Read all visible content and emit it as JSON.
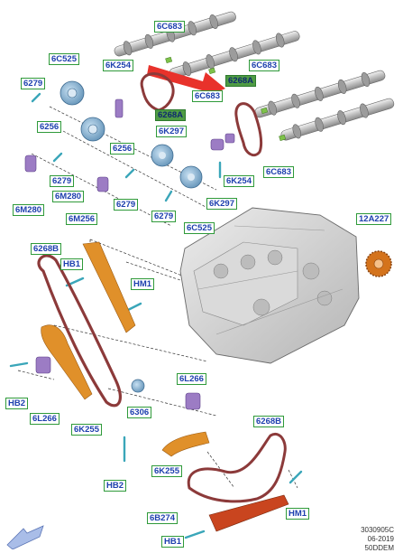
{
  "labels": {
    "l_6c683_top": "6C683",
    "l_6c525_top": "6C525",
    "l_6k254_top": "6K254",
    "l_6279_a": "6279",
    "l_6268a_top": "6268A",
    "l_6c683_mid": "6C683",
    "l_6c683_right": "6C683",
    "l_6268a_mid": "6268A",
    "l_6256_a": "6256",
    "l_6k297_a": "6K297",
    "l_6256_b": "6256",
    "l_6279_b": "6279",
    "l_6k254_mid": "6K254",
    "l_6c683_lower": "6C683",
    "l_6m280_a": "6M280",
    "l_6m280_b": "6M280",
    "l_6279_c": "6279",
    "l_6k297_b": "6K297",
    "l_6279_d": "6279",
    "l_6c525_lower": "6C525",
    "l_6m256": "6M256",
    "l_12a227": "12A227",
    "l_6268b_left": "6268B",
    "l_hb1_top": "HB1",
    "l_hm1_mid": "HM1",
    "l_hb2_left": "HB2",
    "l_6l266_left": "6L266",
    "l_6k255_left": "6K255",
    "l_6306": "6306",
    "l_6l266_right": "6L266",
    "l_6268b_right": "6268B",
    "l_6k255_right": "6K255",
    "l_hb2_bottom": "HB2",
    "l_6b274": "6B274",
    "l_hm1_bottom": "HM1",
    "l_hb1_bottom": "HB1"
  },
  "reference": {
    "line1": "3030905C",
    "line2": "06-2019",
    "line3": "50DDEM"
  },
  "colors": {
    "label_border": "#2f9a3a",
    "label_text": "#1d3fae",
    "highlight_fill": "#4f9b44",
    "arrow": "#e8322b",
    "chain": "#8c3a3a",
    "guide_orange": "#e0902a",
    "gear_orange": "#d4731c"
  },
  "icons": [
    "red-callout-arrow",
    "view-direction-arrow-icon"
  ]
}
